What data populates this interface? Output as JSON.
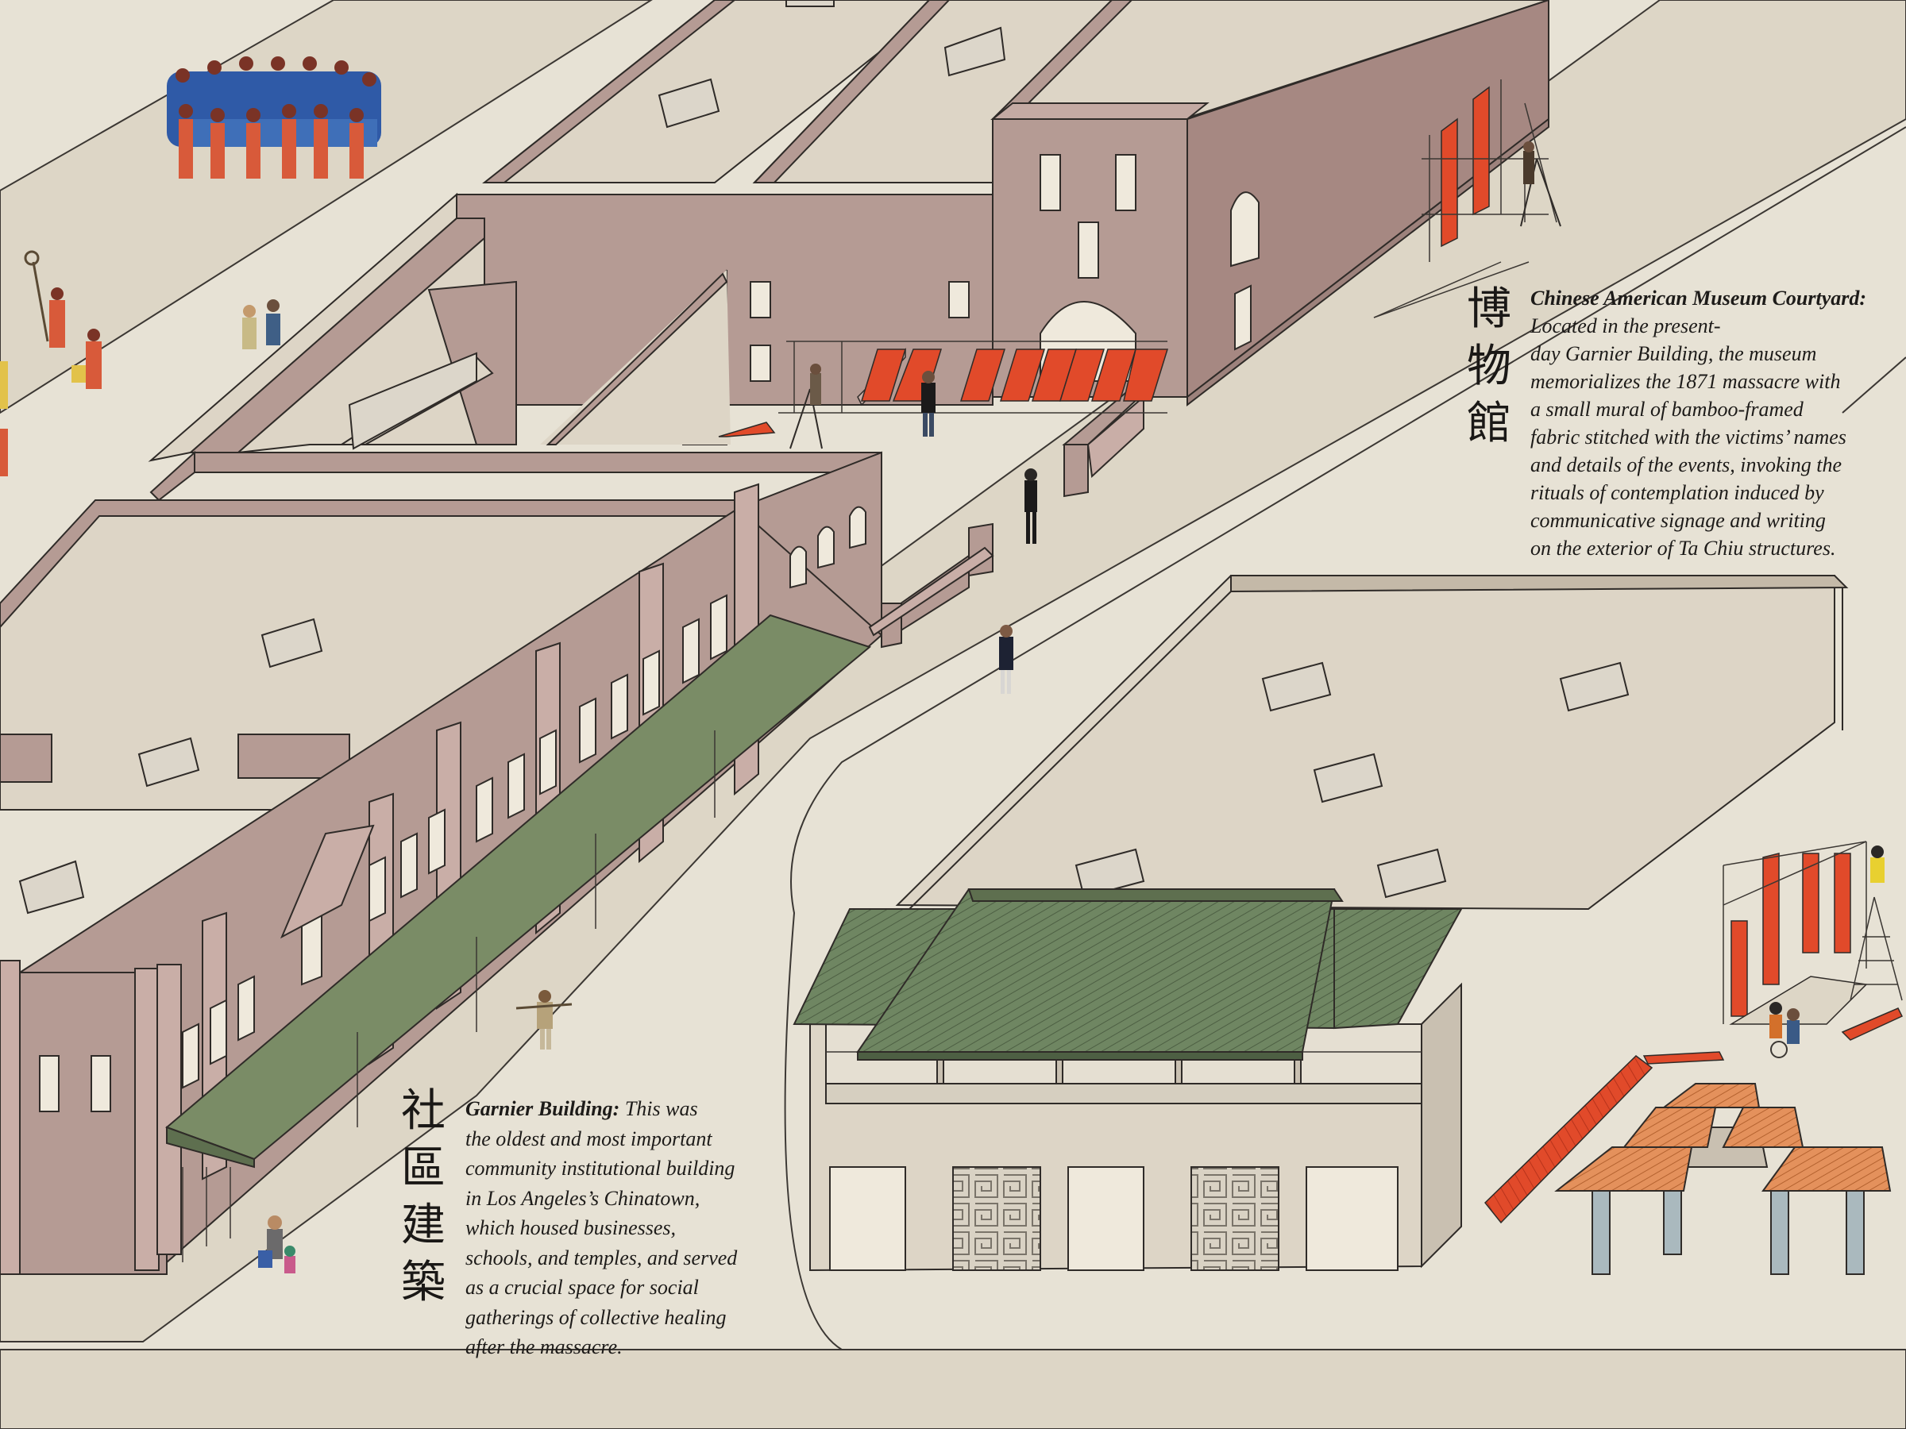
{
  "palette": {
    "ground": "#e7e2d5",
    "street": "#ddd6c6",
    "wall": "#b59b94",
    "wall_dark": "#a68882",
    "roof": "#ddd5c6",
    "awning_green": "#7a8c66",
    "roof_green": "#6f8662",
    "banner_red": "#e14a2a",
    "gate_orange": "#e4915c",
    "ink": "#1a1816"
  },
  "annotations": {
    "museum": {
      "cjk_characters": [
        "博",
        "物",
        "館"
      ],
      "title": "Chinese American Museum Courtyard:",
      "body_lines": [
        "Located in the present-",
        "day Garnier Building, the museum",
        "memorializes the 1871 massacre with",
        "a small mural of bamboo-framed",
        "fabric stitched with the victims’ names",
        "and details of the events, invoking the",
        "rituals of contemplation induced by",
        "communicative signage and writing",
        "on the exterior of Ta Chiu structures."
      ]
    },
    "garnier": {
      "cjk_characters": [
        "社",
        "區",
        "建",
        "築"
      ],
      "title": "Garnier Building:",
      "body_lines": [
        "This was",
        "the oldest and most important",
        "community institutional building",
        "in Los Angeles’s Chinatown,",
        "which housed businesses,",
        "schools, and temples, and served",
        "as a crucial space for social",
        "gatherings of collective healing",
        "after the massacre."
      ]
    }
  }
}
